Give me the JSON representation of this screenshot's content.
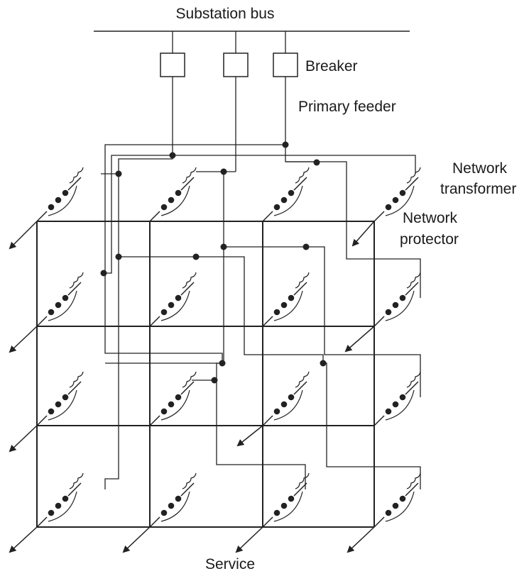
{
  "labels": {
    "substation_bus": "Substation bus",
    "breaker": "Breaker",
    "primary_feeder": "Primary feeder",
    "network_transformer": "Network transformer",
    "network_transformer_l1": "Network",
    "network_transformer_l2": "transformer",
    "network_protector": "Network protector",
    "network_protector_l1": "Network",
    "network_protector_l2": "protector",
    "service": "Service"
  },
  "colors": {
    "line": "#222222",
    "background": "#ffffff"
  }
}
